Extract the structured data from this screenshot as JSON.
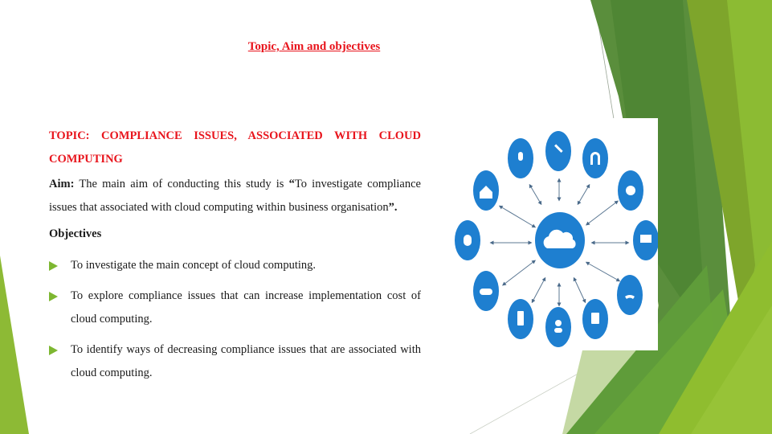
{
  "slide": {
    "title": "Topic, Aim and objectives",
    "topic": "TOPIC: COMPLIANCE ISSUES,  ASSOCIATED WITH CLOUD COMPUTING",
    "aim": {
      "label": "Aim:",
      "text_before": " The main aim of conducting this study is ",
      "open_quote": "“",
      "quote": "To investigate compliance issues that associated with cloud computing within business organisation",
      "close": "”."
    },
    "objectives_heading": "Objectives",
    "objectives": [
      "To investigate the main concept of cloud computing.",
      "To explore compliance issues that can increase implementation cost of cloud computing.",
      "To identify ways of decreasing compliance issues that are associated with cloud computing."
    ]
  },
  "image": {
    "description": "cloud computing network diagram",
    "center_icon": "cloud-icon",
    "satellite_icons": [
      "microphone-icon",
      "tools-icon",
      "headphones-icon",
      "gear-icon",
      "monitor-icon",
      "wifi-icon",
      "tablet-icon",
      "user-icon",
      "smartphone-icon",
      "gamepad-icon",
      "lightbulb-icon",
      "home-icon"
    ]
  },
  "colors": {
    "title_red": "#e8141c",
    "bullet_green": "#7db731",
    "icon_blue": "#1e7fd0",
    "theme_dark_green": "#4f8a33",
    "theme_light_green": "#8dba2f"
  }
}
